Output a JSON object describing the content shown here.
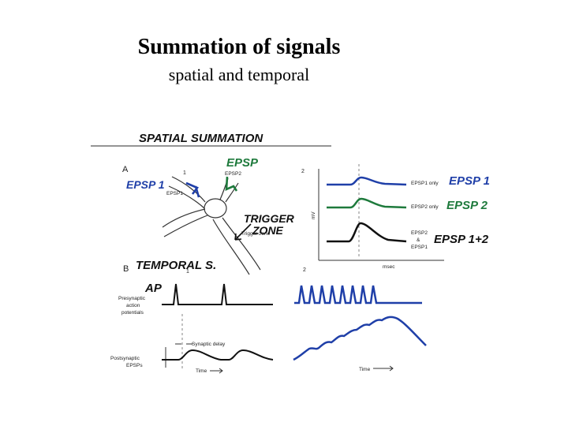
{
  "slide": {
    "title": "Summation of signals",
    "subtitle": "spatial and temporal"
  },
  "figure": {
    "heading_spatial": "SPATIAL   SUMMATION",
    "heading_temporal": "TEMPORAL  S.",
    "panel_a": "A",
    "panel_b": "B",
    "num_1a": "1",
    "num_2a": "2",
    "num_1b": "1",
    "num_2b": "2",
    "hw_epsp1": "EPSP 1",
    "hw_epsp": "EPSP",
    "hw_trigger": "TRIGGER",
    "hw_zone": "ZONE",
    "hw_ap": "AP",
    "lbl_epsp1": "EPSP1",
    "lbl_epsp2": "EPSP2",
    "lbl_trigger_zone": "Trigger zone",
    "lbl_epsp1_only": "EPSP1 only",
    "lbl_epsp2_only": "EPSP2 only",
    "lbl_epsp2_and": "EPSP2",
    "lbl_amp": "&",
    "lbl_epsp1_b": "EPSP1",
    "hw_right_epsp1": "EPSP 1",
    "hw_right_epsp2": "EPSP 2",
    "hw_right_sum": "EPSP 1+2",
    "axis_mv": "mV",
    "axis_msec": "msec",
    "lbl_presyn_1": "Presynaptic",
    "lbl_presyn_2": "action",
    "lbl_presyn_3": "potentials",
    "lbl_postsyn_1": "Postsynaptic",
    "lbl_postsyn_2": "EPSPs",
    "lbl_synaptic_delay": "Synaptic delay",
    "lbl_time_left": "Time",
    "lbl_time_right": "Time"
  },
  "colors": {
    "handwriting_blue": "#1f3fa8",
    "handwriting_green": "#1e7a3c",
    "ink": "#111111"
  }
}
